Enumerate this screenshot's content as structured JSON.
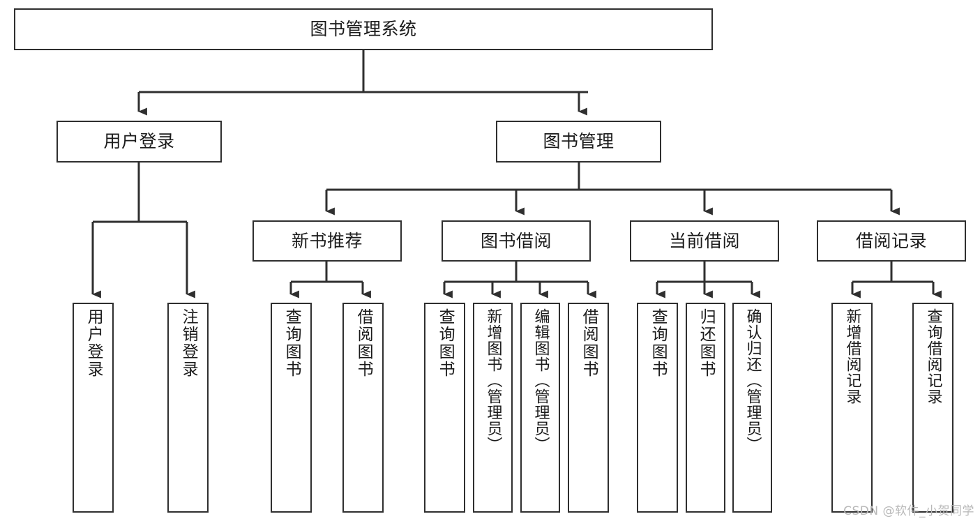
{
  "diagram": {
    "type": "tree",
    "title": "图书管理系统",
    "watermark": "CSDN @软件_小贺同学",
    "colors": {
      "box_border": "#2f2f2f",
      "box_fill": "#ffffff",
      "connector": "#2f2f2f",
      "text": "#1b1b1b",
      "watermark": "#b8b8b8",
      "background": "#ffffff"
    },
    "root": {
      "id": "root",
      "label": "图书管理系统"
    },
    "level2": [
      {
        "id": "user-login",
        "label": "用户登录"
      },
      {
        "id": "book-manage",
        "label": "图书管理"
      }
    ],
    "level3": [
      {
        "id": "new-book-recommend",
        "label": "新书推荐",
        "parent": "book-manage"
      },
      {
        "id": "book-borrow",
        "label": "图书借阅",
        "parent": "book-manage"
      },
      {
        "id": "current-borrow",
        "label": "当前借阅",
        "parent": "book-manage"
      },
      {
        "id": "borrow-record",
        "label": "借阅记录",
        "parent": "book-manage"
      }
    ],
    "leaves": [
      {
        "id": "leaf-user-login",
        "label": "用户登录",
        "parent": "user-login"
      },
      {
        "id": "leaf-user-logout",
        "label": "注销登录",
        "parent": "user-login"
      },
      {
        "id": "leaf-query-book-1",
        "label": "查询图书",
        "parent": "new-book-recommend"
      },
      {
        "id": "leaf-borrow-book-1",
        "label": "借阅图书",
        "parent": "new-book-recommend"
      },
      {
        "id": "leaf-query-book-2",
        "label": "查询图书",
        "parent": "book-borrow"
      },
      {
        "id": "leaf-add-book",
        "label": "新增图书（管理员）",
        "parent": "book-borrow"
      },
      {
        "id": "leaf-edit-book",
        "label": "编辑图书（管理员）",
        "parent": "book-borrow"
      },
      {
        "id": "leaf-borrow-book-2",
        "label": "借阅图书",
        "parent": "book-borrow"
      },
      {
        "id": "leaf-query-book-3",
        "label": "查询图书",
        "parent": "current-borrow"
      },
      {
        "id": "leaf-return-book",
        "label": "归还图书",
        "parent": "current-borrow"
      },
      {
        "id": "leaf-confirm-return",
        "label": "确认归还（管理员）",
        "parent": "current-borrow"
      },
      {
        "id": "leaf-add-record",
        "label": "新增借阅记录",
        "parent": "borrow-record"
      },
      {
        "id": "leaf-query-record",
        "label": "查询借阅记录",
        "parent": "borrow-record"
      }
    ]
  }
}
